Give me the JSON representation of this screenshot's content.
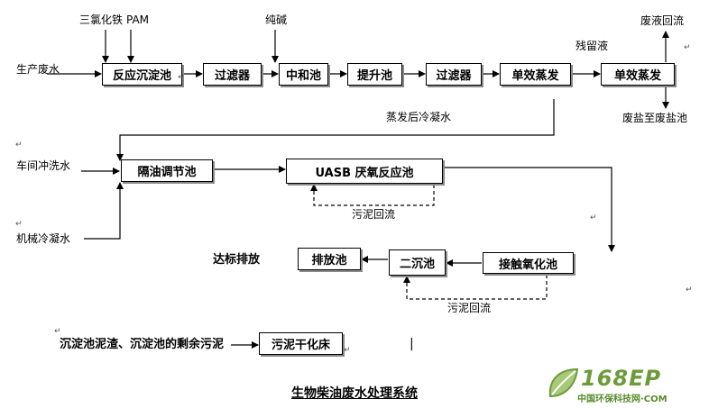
{
  "diagram": {
    "title": "生物柴油废水处理系统",
    "boxes": {
      "reaction_sedimentation": "反应沉淀池",
      "filter_1": "过滤器",
      "neutralization": "中和池",
      "lift_tank": "提升池",
      "filter_2": "过滤器",
      "evaporator_1": "单效蒸发",
      "evaporator_2": "单效蒸发",
      "oil_separation": "隔油调节池",
      "uasb": "UASB 厌氧反应池",
      "contact_oxidation": "接触氧化池",
      "secondary_clarifier": "二沉池",
      "discharge_tank": "排放池",
      "sludge_drying_bed": "污泥干化床"
    },
    "labels": {
      "fecl3": "三氯化铁",
      "pam": "PAM",
      "soda_ash": "纯碱",
      "production_wastewater": "生产废水",
      "residual_liquid": "残留液",
      "waste_liquid_return": "废液回流",
      "waste_salt": "废盐至废盐池",
      "condensate": "蒸发后冷凝水",
      "workshop_wash": "车间冲洗水",
      "mech_cooling": "机械冷凝水",
      "sludge_return_1": "污泥回流",
      "sludge_return_2": "污泥回流",
      "compliant_discharge": "达标排放",
      "sludge_residue": "沉淀池泥渣、沉淀池的剩余污泥"
    },
    "logo": {
      "text": "168EP",
      "subtitle": "中国环保科技网·COM"
    },
    "colors": {
      "line": "#000000",
      "shadow": "#8a8a8a",
      "logo_green": "#6d9b3a"
    }
  }
}
